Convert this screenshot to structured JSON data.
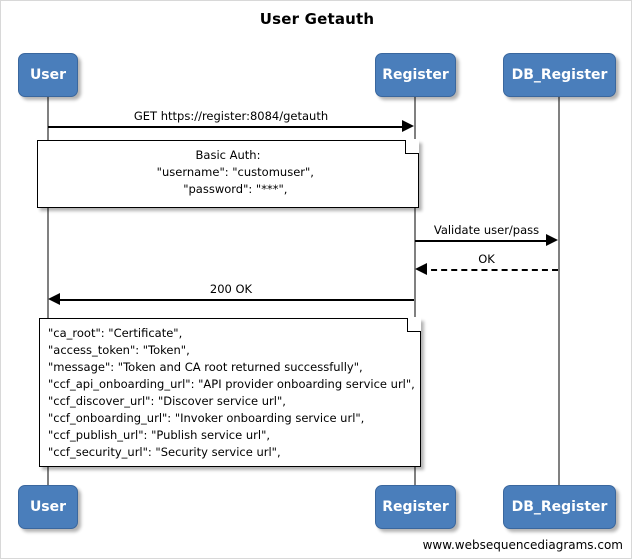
{
  "diagram": {
    "title": "User Getauth",
    "footer": "www.websequencediagrams.com",
    "accent_color": "#4a7ebb",
    "text_color": "#000000",
    "lifeline_color": "#808080"
  },
  "actors": [
    {
      "name": "User",
      "label": "User"
    },
    {
      "name": "Register",
      "label": "Register"
    },
    {
      "name": "DB_Register",
      "label": "DB_Register"
    }
  ],
  "messages": [
    {
      "label": "GET https://register:8084/getauth",
      "from": "User",
      "to": "Register",
      "style": "solid"
    },
    {
      "label": "Validate user/pass",
      "from": "Register",
      "to": "DB_Register",
      "style": "solid"
    },
    {
      "label": "OK",
      "from": "DB_Register",
      "to": "Register",
      "style": "dashed"
    },
    {
      "label": "200 OK",
      "from": "Register",
      "to": "User",
      "style": "solid"
    }
  ],
  "notes": [
    {
      "name": "basic-auth-note",
      "align": "center",
      "lines": [
        "Basic Auth:",
        "    \"username\": \"customuser\",",
        "    \"password\": \"***\","
      ]
    },
    {
      "name": "response-payload-note",
      "align": "left",
      "lines": [
        "\"ca_root\": \"Certificate\",",
        "\"access_token\": \"Token\",",
        "\"message\": \"Token and CA root returned successfully\",",
        "\"ccf_api_onboarding_url\": \"API provider onboarding service url\",",
        "\"ccf_discover_url\": \"Discover service url\",",
        "\"ccf_onboarding_url\": \"Invoker onboarding service url\",",
        "\"ccf_publish_url\": \"Publish service url\",",
        "\"ccf_security_url\": \"Security service url\","
      ]
    }
  ]
}
